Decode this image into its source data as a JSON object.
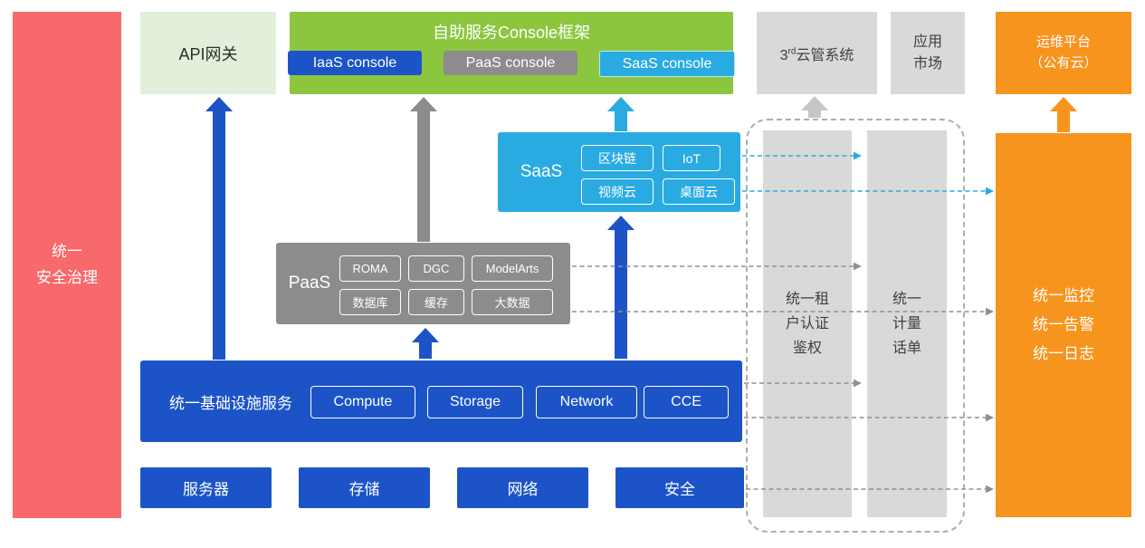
{
  "colors": {
    "blue": "#1C54C7",
    "cyan": "#29ABE2",
    "gray": "#8C8C8C",
    "light_gray": "#D9D9D9",
    "green": "#8CC63F",
    "pale_green": "#E2EFDA",
    "orange": "#F7941E",
    "red": "#F8696B"
  },
  "security_bar": {
    "label": "统一\n安全治理"
  },
  "api_gateway": {
    "label": "API网关"
  },
  "console_framework": {
    "title": "自助服务Console框架",
    "consoles": [
      {
        "label": "IaaS console"
      },
      {
        "label": "PaaS console"
      },
      {
        "label": "SaaS console"
      }
    ]
  },
  "third_party_cloud": {
    "prefix": "3",
    "sup": "rd",
    "rest": "云管系统"
  },
  "app_market": {
    "label": "应用\n市场"
  },
  "ops_platform": {
    "label": "运维平台\n（公有云）"
  },
  "saas": {
    "label": "SaaS",
    "services": [
      "区块链",
      "IoT",
      "视频云",
      "桌面云"
    ]
  },
  "paas": {
    "label": "PaaS",
    "services": [
      "ROMA",
      "DGC",
      "ModelArts",
      "数据库",
      "缓存",
      "大数据"
    ]
  },
  "infrastructure": {
    "label": "统一基础设施服务",
    "services": [
      "Compute",
      "Storage",
      "Network",
      "CCE"
    ]
  },
  "resources": [
    "服务器",
    "存储",
    "网络",
    "安全"
  ],
  "tenant_auth_bar": {
    "label": "统一租\n户认证\n鉴权"
  },
  "metering_bar": {
    "label": "统一\n计量\n话单"
  },
  "monitoring_bar": {
    "label": "统一监控\n统一告警\n统一日志"
  }
}
